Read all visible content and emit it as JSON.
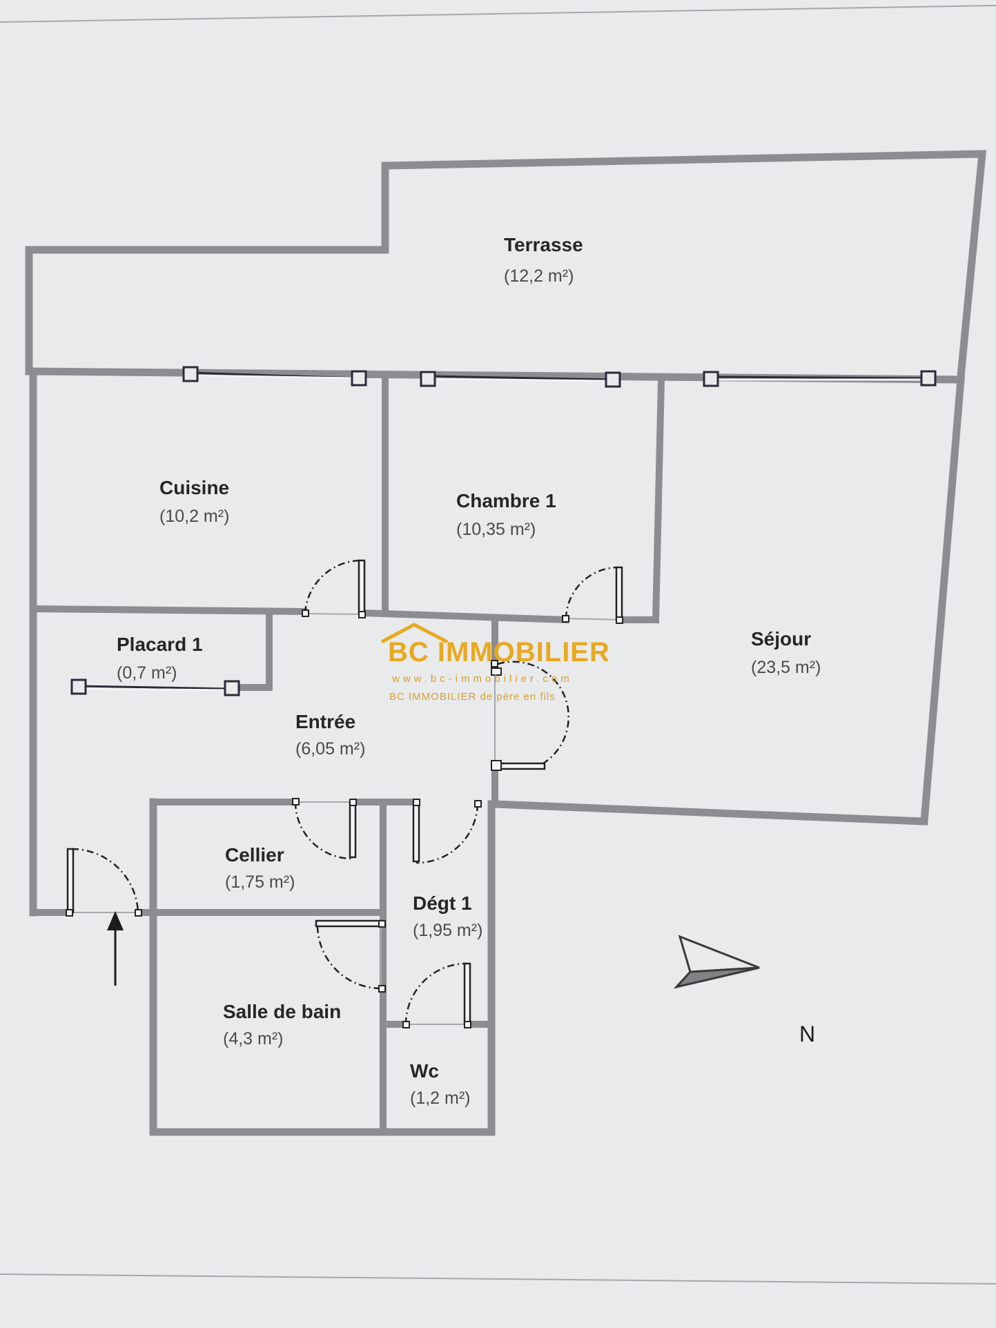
{
  "rooms": {
    "terrasse": {
      "name": "Terrasse",
      "area": "(12,2 m²)"
    },
    "cuisine": {
      "name": "Cuisine",
      "area": "(10,2 m²)"
    },
    "chambre1": {
      "name": "Chambre 1",
      "area": "(10,35 m²)"
    },
    "sejour": {
      "name": "Séjour",
      "area": "(23,5 m²)"
    },
    "placard1": {
      "name": "Placard 1",
      "area": "(0,7 m²)"
    },
    "entree": {
      "name": "Entrée",
      "area": "(6,05 m²)"
    },
    "cellier": {
      "name": "Cellier",
      "area": "(1,75 m²)"
    },
    "degt1": {
      "name": "Dégt 1",
      "area": "(1,95 m²)"
    },
    "salle_de_bain": {
      "name": "Salle de bain",
      "area": "(4,3 m²)"
    },
    "wc": {
      "name": "Wc",
      "area": "(1,2 m²)"
    }
  },
  "watermark": {
    "brand": "BC IMMOBILIER",
    "website": "www.bc-immobilier.com",
    "tagline": "BC IMMOBILIER de père en fils"
  },
  "compass": {
    "label": "N"
  },
  "colors": {
    "wall": "#8c8d90",
    "background": "#e9eaec",
    "logo": "#e8a920"
  }
}
